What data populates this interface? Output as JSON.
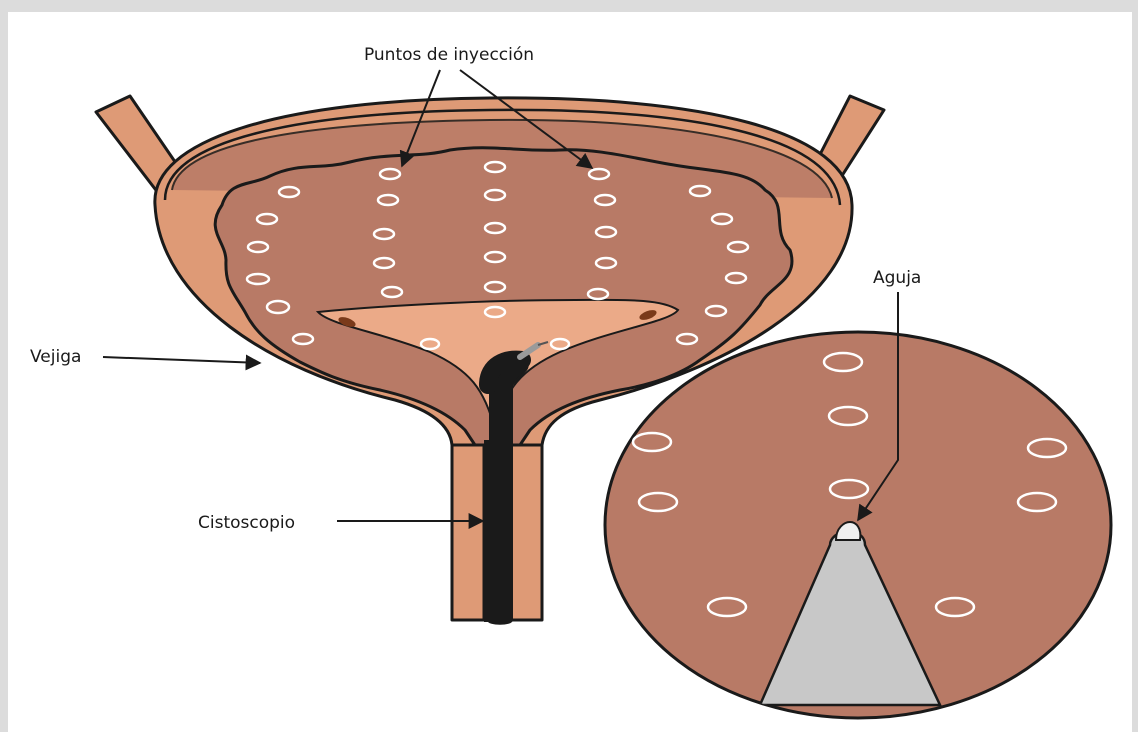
{
  "labels": {
    "injection_points": "Puntos de inyección",
    "bladder": "Vejiga",
    "cystoscope": "Cistoscopio",
    "needle": "Aguja"
  },
  "colors": {
    "outer_wall": "#de9a76",
    "inner_mucosa": "#b87a66",
    "trigone": "#ebaa88",
    "cystoscope": "#1a1a1a",
    "scope_tip": "#c8c8c8",
    "injection_marks": "#ffffff"
  }
}
